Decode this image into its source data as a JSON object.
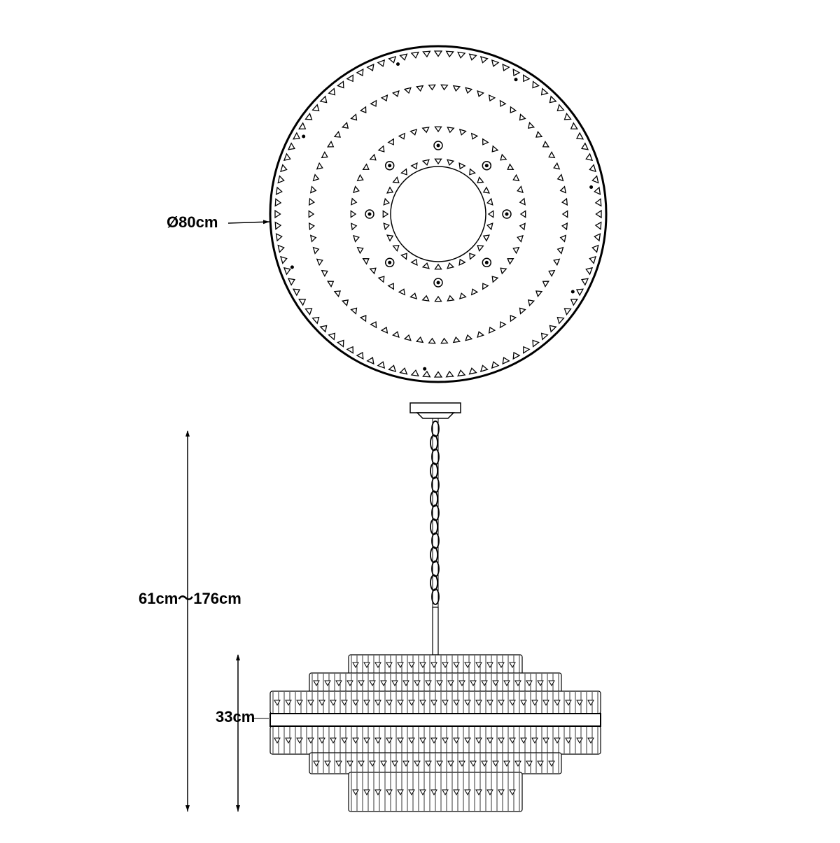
{
  "dimensions": {
    "diameter": "Ø80cm",
    "total_height": "61cm～176cm",
    "body_height": "33cm"
  },
  "colors": {
    "line": "#000000",
    "fill": "#ffffff",
    "tier_line": "#333333"
  },
  "icons": {
    "top_view": "chandelier-top-view",
    "side_view": "chandelier-side-view"
  }
}
